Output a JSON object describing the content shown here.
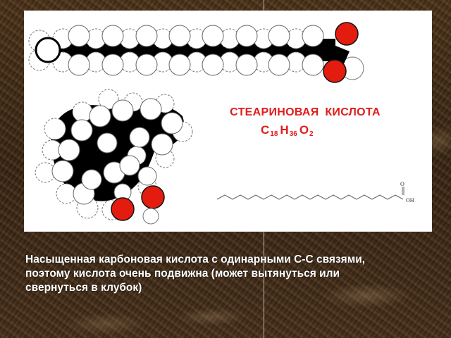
{
  "slide": {
    "title": "СТЕАРИНОВАЯ  КИСЛОТА",
    "formula": {
      "c_symbol": "C",
      "c_count": "18",
      "h_symbol": "H",
      "h_count": "36",
      "o_symbol": "O",
      "o_count": "2"
    },
    "skeletal_formula": {
      "oxygen_label": "O",
      "hydroxyl_label": "OH"
    },
    "caption_lines": [
      "Насыщенная карбоновая кислота с одинарными  С-С связями,",
      "поэтому кислота очень подвижна (может вытянуться или",
      "свернуться в клубок)"
    ],
    "colors": {
      "title_red": "#e21b1b",
      "oxygen_red": "#e41b0f",
      "carbon_black": "#000000",
      "hydrogen_white": "#ffffff",
      "background_brown": "#4a3420"
    }
  }
}
